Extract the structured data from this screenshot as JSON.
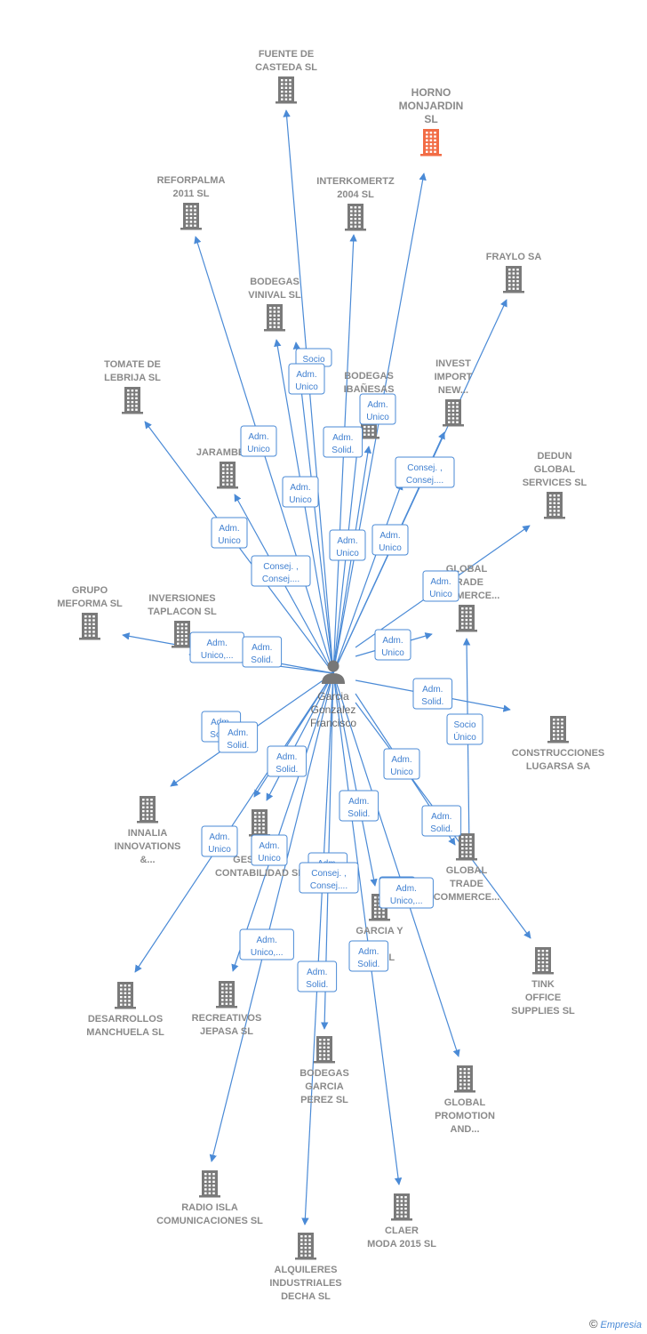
{
  "colors": {
    "edge": "#4a8ad6",
    "building": "#7a7a7a",
    "highlight": "#f26c45",
    "label": "#8a8a8a"
  },
  "center": {
    "label": [
      "Garcia",
      "Gonzalez",
      "Francisco"
    ],
    "icon": "person-icon"
  },
  "nodes": [
    {
      "id": "fuente",
      "label": [
        "FUENTE DE",
        "CASTEDA SL"
      ],
      "highlight": false
    },
    {
      "id": "horno",
      "label": [
        "HORNO",
        "MONJARDIN",
        "SL"
      ],
      "highlight": true
    },
    {
      "id": "reforpalma",
      "label": [
        "REFORPALMA",
        "2011 SL"
      ],
      "highlight": false
    },
    {
      "id": "interkomertz",
      "label": [
        "INTERKOMERTZ",
        "2004 SL"
      ],
      "highlight": false
    },
    {
      "id": "fraylo",
      "label": [
        "FRAYLO SA"
      ],
      "highlight": false
    },
    {
      "id": "vinival",
      "label": [
        "BODEGAS",
        "VINIVAL SL"
      ],
      "highlight": false
    },
    {
      "id": "tomate",
      "label": [
        "TOMATE DE",
        "LEBRIJA  SL"
      ],
      "highlight": false
    },
    {
      "id": "ibanesas",
      "label": [
        "BODEGAS",
        "IBAÑESAS",
        "D..."
      ],
      "highlight": false
    },
    {
      "id": "invest",
      "label": [
        "INVEST",
        "IMPORT",
        "NEW..."
      ],
      "highlight": false
    },
    {
      "id": "jarambel",
      "label": [
        "JARAMBEL..."
      ],
      "highlight": false
    },
    {
      "id": "dedun",
      "label": [
        "DEDUN",
        "GLOBAL",
        "SERVICES SL"
      ],
      "highlight": false
    },
    {
      "id": "gtc1",
      "label": [
        "GLOBAL",
        "TRADE",
        "COMMERCE..."
      ],
      "highlight": false
    },
    {
      "id": "meforma",
      "label": [
        "GRUPO",
        "MEFORMA  SL"
      ],
      "highlight": false
    },
    {
      "id": "taplacon",
      "label": [
        "INVERSIONES",
        "TAPLACON SL"
      ],
      "highlight": false
    },
    {
      "id": "lugarsa",
      "label": [
        "CONSTRUCCIONES",
        "LUGARSA SA"
      ],
      "highlight": false
    },
    {
      "id": "innalia",
      "label": [
        "INNALIA",
        "INNOVATIONS",
        "&..."
      ],
      "highlight": false
    },
    {
      "id": "gestion",
      "label": [
        "G...",
        "GESTION Y",
        "CONTABILIDAD SL"
      ],
      "highlight": false
    },
    {
      "id": "gtc2",
      "label": [
        "GLOBAL",
        "TRADE",
        "COMMERCE..."
      ],
      "highlight": false
    },
    {
      "id": "garciay",
      "label": [
        "GARCIA Y",
        "...A",
        "A... SL"
      ],
      "highlight": false
    },
    {
      "id": "tink",
      "label": [
        "TINK",
        "OFFICE",
        "SUPPLIES SL"
      ],
      "highlight": false
    },
    {
      "id": "desarrollos",
      "label": [
        "DESARROLLOS",
        "MANCHUELA SL"
      ],
      "highlight": false
    },
    {
      "id": "recreativos",
      "label": [
        "RECREATIVOS",
        "JEPASA SL"
      ],
      "highlight": false
    },
    {
      "id": "bgperez",
      "label": [
        "BODEGAS",
        "GARCIA",
        "PEREZ  SL"
      ],
      "highlight": false
    },
    {
      "id": "gpromotion",
      "label": [
        "GLOBAL",
        "PROMOTION",
        "AND..."
      ],
      "highlight": false
    },
    {
      "id": "radioisla",
      "label": [
        "RADIO ISLA",
        "COMUNICACIONES SL"
      ],
      "highlight": false
    },
    {
      "id": "claer",
      "label": [
        "CLAER",
        "MODA 2015  SL"
      ],
      "highlight": false
    },
    {
      "id": "alquileres",
      "label": [
        "ALQUILERES",
        "INDUSTRIALES",
        "DECHA  SL"
      ],
      "highlight": false
    }
  ],
  "relations": [
    {
      "id": "r1",
      "text": [
        "Socio"
      ]
    },
    {
      "id": "r2",
      "text": [
        "Adm.",
        "Unico"
      ]
    },
    {
      "id": "r3",
      "text": [
        "Adm.",
        "Unico"
      ]
    },
    {
      "id": "r4",
      "text": [
        "Adm.",
        "Solid."
      ]
    },
    {
      "id": "r5",
      "text": [
        "Adm.",
        "Unico"
      ]
    },
    {
      "id": "r6",
      "text": [
        "Consej. ,",
        "Consej...."
      ]
    },
    {
      "id": "r7",
      "text": [
        "Adm.",
        "Unico"
      ]
    },
    {
      "id": "r8",
      "text": [
        "Adm.",
        "Unico"
      ]
    },
    {
      "id": "r9",
      "text": [
        "Consej. ,",
        "Consej...."
      ]
    },
    {
      "id": "r10",
      "text": [
        "Adm.",
        "Unico"
      ]
    },
    {
      "id": "r11",
      "text": [
        "Adm.",
        "Unico"
      ]
    },
    {
      "id": "r12",
      "text": [
        "Adm.",
        "Unico"
      ]
    },
    {
      "id": "r13",
      "text": [
        "Adm.",
        "Unico,..."
      ]
    },
    {
      "id": "r14",
      "text": [
        "Adm.",
        "Solid."
      ]
    },
    {
      "id": "r15",
      "text": [
        "Adm.",
        "Unico"
      ]
    },
    {
      "id": "r16",
      "text": [
        "Adm.",
        "Solid."
      ]
    },
    {
      "id": "r17",
      "text": [
        "Adm.",
        "Solid."
      ]
    },
    {
      "id": "r18",
      "text": [
        "Adm.",
        "Solid."
      ]
    },
    {
      "id": "r19",
      "text": [
        "Socio",
        "Único"
      ]
    },
    {
      "id": "r20",
      "text": [
        "Adm.",
        "Solid."
      ]
    },
    {
      "id": "r21",
      "text": [
        "Adm.",
        "Unico"
      ]
    },
    {
      "id": "r22",
      "text": [
        "Adm.",
        "Solid."
      ]
    },
    {
      "id": "r23",
      "text": [
        "Adm.",
        "Solid."
      ]
    },
    {
      "id": "r24",
      "text": [
        "Adm.",
        "Unico"
      ]
    },
    {
      "id": "r25",
      "text": [
        "Adm.",
        "Unico"
      ]
    },
    {
      "id": "r26",
      "text": [
        "Adm.",
        "Solid."
      ]
    },
    {
      "id": "r27",
      "text": [
        "Adm.",
        "Unico"
      ]
    },
    {
      "id": "r28",
      "text": [
        "Consej. ,",
        "Consej...."
      ]
    },
    {
      "id": "r29",
      "text": [
        "Adm.",
        "Unico,..."
      ]
    },
    {
      "id": "r30",
      "text": [
        "Adm.",
        "Unico,..."
      ]
    },
    {
      "id": "r31",
      "text": [
        "Adm.",
        "Solid."
      ]
    },
    {
      "id": "r32",
      "text": [
        "Adm.",
        "Solid."
      ]
    }
  ],
  "footer": {
    "copyright": "©",
    "brand": "Empresia"
  }
}
